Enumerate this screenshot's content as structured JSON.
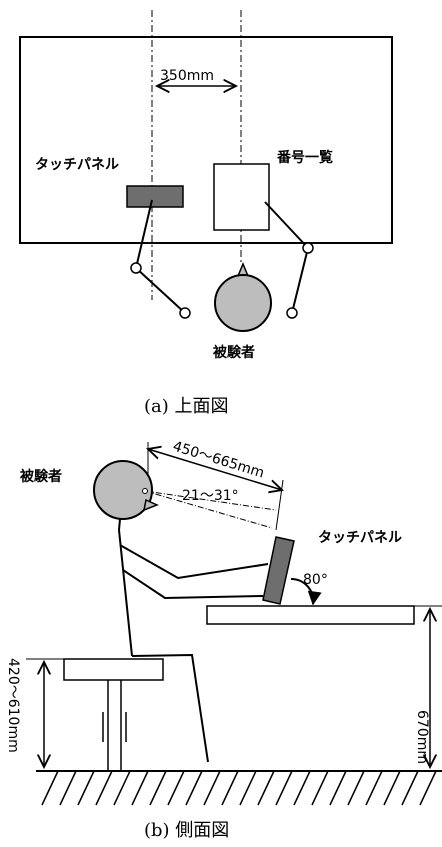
{
  "top_view": {
    "dimension_label": "350mm",
    "touch_panel_label": "タッチパネル",
    "number_list_label": "番号一覧",
    "subject_label": "被験者",
    "caption": "(a) 上面図"
  },
  "side_view": {
    "subject_label": "被験者",
    "distance_label": "450～665mm",
    "angle_range_label": "21～31°",
    "touch_panel_label": "タッチパネル",
    "tilt_angle_label": "80°",
    "seat_height_label": "420～610mm",
    "desk_height_label": "670mm",
    "caption": "(b) 側面図"
  }
}
